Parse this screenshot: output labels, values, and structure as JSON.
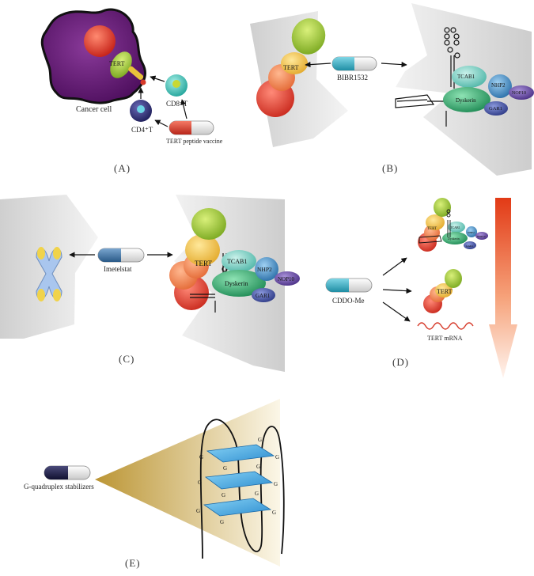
{
  "panels": {
    "a": {
      "label": "(A)",
      "cancer_cell": "Cancer cell",
      "tert": "TERT",
      "cd8": "CD8⁺T",
      "cd4": "CD4⁺T",
      "vaccine": "TERT peptide vaccine"
    },
    "b": {
      "label": "(B)",
      "tert": "TERT",
      "drug": "BIBR1532",
      "tcab1": "TCAB1",
      "nhp2": "NHP2",
      "nop10": "NOP10",
      "dyskerin": "Dyskerin",
      "gar1": "GAR1"
    },
    "c": {
      "label": "(C)",
      "drug": "Imetelstat",
      "tert": "TERT",
      "tcab1": "TCAB1",
      "nhp2": "NHP2",
      "nop10": "NOP10",
      "dyskerin": "Dyskerin",
      "gar1": "GAR1"
    },
    "d": {
      "label": "(D)",
      "drug": "CDDO-Me",
      "tert": "TERT",
      "tert_small": "TERT",
      "tcab1": "TCAB1",
      "nhp2": "NHP2",
      "nop10": "NOP10",
      "dyskerin": "Dyskerin",
      "gar1": "GAR1",
      "mrna": "TERT mRNA"
    },
    "e": {
      "label": "(E)",
      "drug": "G-quadruplex stabilizers",
      "g": "G"
    }
  },
  "colors": {
    "cell": "#6b1a7a",
    "nucleus": "#e0453a",
    "tert_green": "#a9cf3a",
    "tert_yellow": "#f2c94c",
    "tert_orange": "#f08a4b",
    "tert_red": "#e84a3a",
    "tcab1": "#7fd3c8",
    "dyskerin": "#3bb37a",
    "nhp2": "#3e8fc7",
    "nop10": "#6c4fa6",
    "gar1": "#4a5aa8",
    "pill_teal": "#3ab0c4",
    "pill_blue": "#3f6f9e",
    "pill_red": "#d63a2a",
    "pill_navy": "#1d1d45",
    "quad_blue": "#4fb5e8",
    "cone_gold": "#b89630"
  }
}
